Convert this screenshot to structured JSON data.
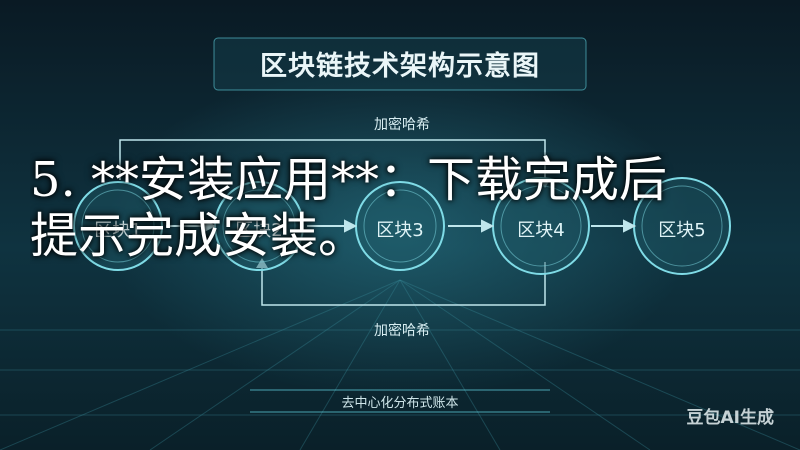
{
  "diagram": {
    "title": "区块链技术架构示意图",
    "hash_top": "加密哈希",
    "hash_bottom": "加密哈希",
    "blocks": [
      "区块1",
      "区块2",
      "区块3",
      "区块4",
      "区块5"
    ],
    "footer": "去中心化分布式账本"
  },
  "overlay": {
    "line1": "5. **安装应用**：下载完成后",
    "line2": "提示完成安装。"
  },
  "watermark": "豆包AI生成",
  "colors": {
    "background": "#0b1f2a",
    "accent": "#5fd0de",
    "text": "#eaf6f8"
  }
}
